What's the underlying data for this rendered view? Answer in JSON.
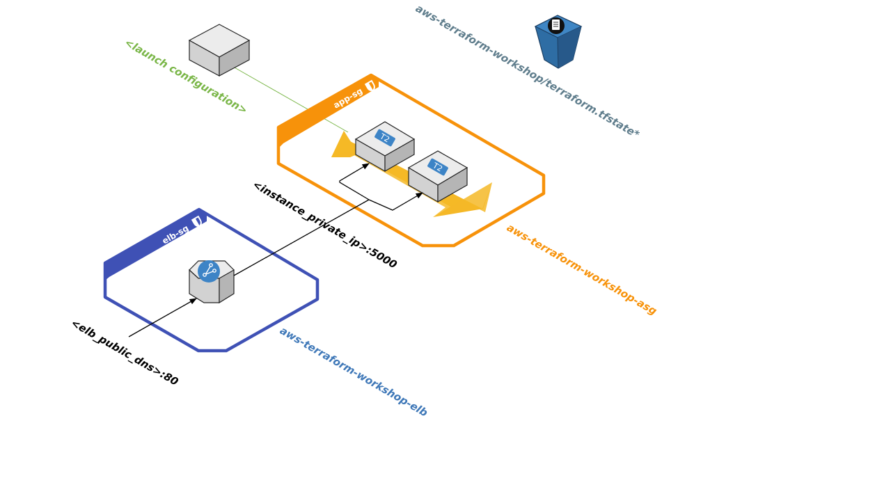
{
  "labels": {
    "launch_configuration": "<launch configuration>",
    "tfstate_path": "aws-terraform-workshop/terraform.tfstate*",
    "app_sg": "app-sg",
    "elb_sg": "elb-sg",
    "instance_private_ip": "<instance_private_ip>:5000",
    "asg_name": "aws-terraform-workshop-asg",
    "elb_name": "aws-terraform-workshop-elb",
    "elb_public_dns": "<elb_public_dns>:80"
  },
  "instances": [
    {
      "type": "T2"
    },
    {
      "type": "T2"
    }
  ],
  "colors": {
    "launch_green": "#7ab648",
    "tfstate_gray": "#5f7d8c",
    "asg_orange": "#f7920a",
    "scaling_yellow": "#f5b827",
    "elb_blue": "#3f51b5",
    "elb_label_blue": "#3f78b8",
    "bucket_blue": "#2e6da4",
    "instance_badge_blue": "#3d84c6"
  },
  "icons": [
    "cube-icon",
    "s3-bucket-icon",
    "shield-icon",
    "ec2-instance-icon",
    "elb-icon",
    "scaling-arrow-icon"
  ]
}
